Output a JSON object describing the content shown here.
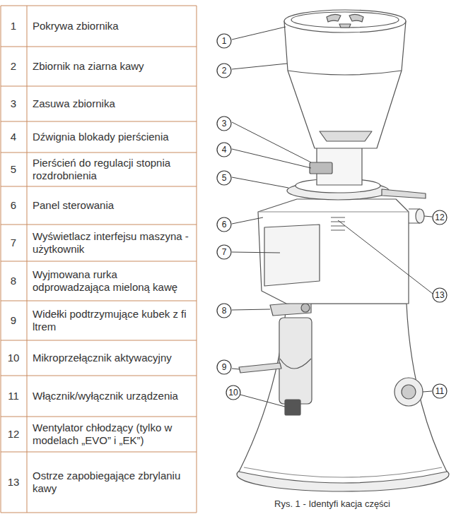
{
  "diagram": {
    "caption": "Rys. 1 - Identyfi kacja części",
    "nodes": [
      {
        "text": [
          "1"
        ]
      },
      {
        "text": [
          "2"
        ]
      },
      {
        "text": [
          "3"
        ]
      },
      {
        "text": [
          "4"
        ]
      },
      {
        "text": [
          "5"
        ]
      },
      {
        "text": [
          "6"
        ]
      },
      {
        "text": [
          "7"
        ]
      },
      {
        "text": [
          "8"
        ]
      },
      {
        "text": [
          "9"
        ]
      },
      {
        "text": [
          "10"
        ]
      },
      {
        "text": [
          "11"
        ]
      },
      {
        "text": [
          "12"
        ]
      },
      {
        "text": [
          "13"
        ]
      }
    ],
    "edges": [],
    "labels": [
      "1",
      "Pokrywa zbiornika",
      "2",
      "Zbiornik na ziarna kawy",
      "3",
      "Zasuwa zbiornika",
      "4",
      "Dźwignia blokady pierścienia",
      "5",
      "Pierścień do regulacji stopnia rozdrobnienia",
      "6",
      "Panel sterowania",
      "7",
      "Wyświetlacz interfejsu maszyna - użytkownik",
      "8",
      "Wyjmowana rurka odprowadzająca mieloną kawę",
      "9",
      "Widełki podtrzymujące kubek z fi ltrem",
      "10",
      "Mikroprzełącznik aktywacyjny",
      "11",
      "Włącznik/wyłącznik urządzenia",
      "12",
      "Wentylator chłodzący (tylko w modelach „EVO” i „EK”)",
      "13",
      "Ostrze zapobiegające zbrylaniu kawy"
    ]
  }
}
